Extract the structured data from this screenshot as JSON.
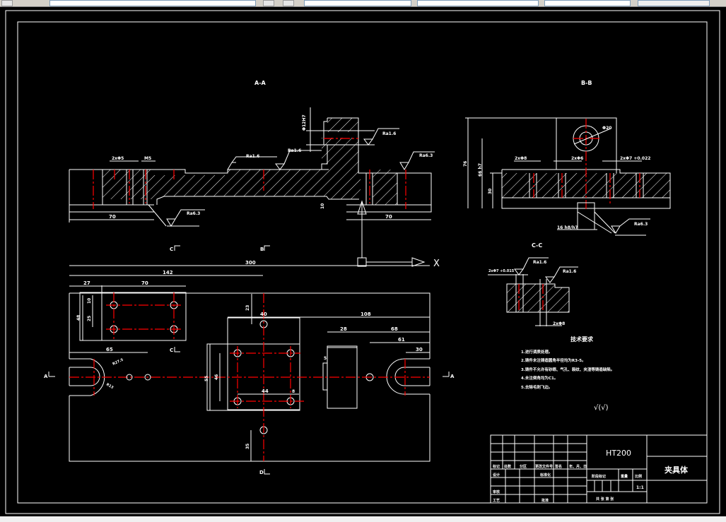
{
  "toolbar": {
    "fields": [
      "",
      "",
      "",
      "",
      ""
    ]
  },
  "drawing": {
    "section_labels": {
      "aa": "A-A",
      "bb": "B-B",
      "cc": "C-C",
      "marker_a_left": "A",
      "marker_a_right": "A",
      "marker_b": "B",
      "marker_c_top": "C",
      "marker_c_bottom": "C",
      "marker_d": "D",
      "axis_x": "X"
    },
    "roughness": {
      "aa_1": "Ra1.6",
      "aa_2": "Ra1.6",
      "aa_3": "Ra1.6",
      "aa_4": "Ra6.3",
      "aa_5": "Ra6.3",
      "bb_1": "Ra6.3",
      "cc_1": "Ra1.6",
      "cc_2": "Ra1.6"
    },
    "dims_aa": {
      "holes_left": "2xΦ5",
      "hole_m": "M5",
      "width_left": "70",
      "width_right": "70",
      "height_small": "10",
      "height_top": "Φ12H7"
    },
    "dims_bb": {
      "h_total": "76",
      "h_mid": "66 h7",
      "h_base": "30",
      "holes_1": "2xΦ8",
      "holes_2": "2xΦ6",
      "holes_3": "2xΦ7 +0.022",
      "bore": "Φ20",
      "bottom": "16 h8/h7"
    },
    "dims_cc": {
      "top": "2xΦ7 +0.015",
      "bottom": "2xΦ8"
    },
    "dims_plan": {
      "overall": "300",
      "d142": "142",
      "d27": "27",
      "d70": "70",
      "d10": "10",
      "d48": "48",
      "d25": "25",
      "d65": "65",
      "r_outer": "R27.5",
      "r_inner": "R13",
      "d40": "40",
      "d23": "23",
      "d108": "108",
      "d28": "28",
      "d68": "68",
      "d61": "61",
      "d30": "30",
      "d55": "55",
      "d46": "46",
      "d44": "44",
      "d8": "8",
      "d5": "5",
      "d35": "35"
    },
    "tech_req": {
      "title": "技术要求",
      "items": [
        "1.进行调质处理。",
        "2.铸件未注铸造圆角半径均为R3-5。",
        "3.铸件不允许有砂眼、气孔、裂纹、夹渣等铸造缺陷。",
        "4.未注倒角均为C1。",
        "5.去除毛刺飞边。"
      ],
      "roughness_note": "√(√)"
    },
    "title_block": {
      "material": "HT200",
      "part_name": "夹具体",
      "scale": "1:1",
      "scale_label": "比例",
      "weight_label": "重量",
      "stage_label": "阶段标记",
      "sheets_label": "共 张 第 张",
      "header_cols": [
        "标记",
        "处数",
        "分区",
        "更改文件号",
        "签名",
        "年、月、日"
      ],
      "row_design": "设计",
      "row_std": "标准化",
      "row_review": "审核",
      "row_process": "工艺",
      "row_approve": "批准"
    }
  }
}
